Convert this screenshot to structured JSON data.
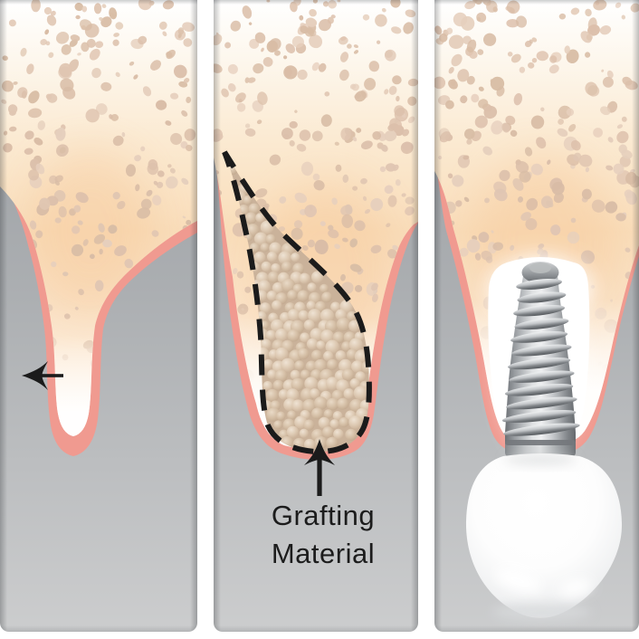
{
  "illustration": {
    "name": "dental-bone-graft-stages",
    "panels": [
      {
        "name": "bone-loss",
        "icon": "arrow-left-icon"
      },
      {
        "name": "grafting-material-placed",
        "icon": "arrow-up-icon",
        "label": {
          "line1": "Grafting",
          "line2": "Material"
        }
      },
      {
        "name": "implant-placed"
      }
    ],
    "colors": {
      "background_top": "#979ba0",
      "background_bottom": "#cccdce",
      "divider": "#ffffff",
      "gum_pink": "#f09a90",
      "bone_cream": "#f9ddba",
      "bone_spot": "#dcc0ab",
      "graft_granule": "#d5bfa6",
      "annotation_black": "#1b1b1b",
      "implant_metal": "#a9adb1",
      "crown": "#ffffff"
    }
  }
}
